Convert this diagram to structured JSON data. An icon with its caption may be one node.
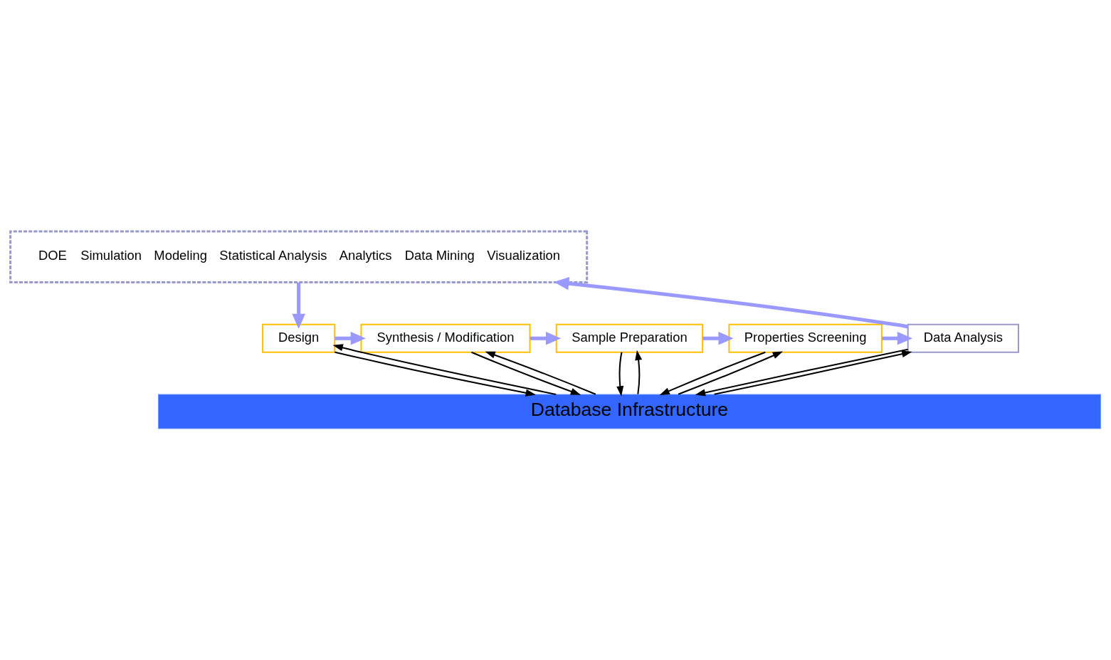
{
  "diagram": {
    "nodes": [
      {
        "text": [
          "DOE",
          "Simulation",
          "Modeling",
          "Statistical Analysis",
          "Analytics",
          "Data Mining",
          "Visualization"
        ]
      },
      {
        "text": [
          "Design"
        ]
      },
      {
        "text": [
          "Synthesis / Modification"
        ]
      },
      {
        "text": [
          "Sample Preparation"
        ]
      },
      {
        "text": [
          "Properties Screening"
        ]
      },
      {
        "text": [
          "Data Analysis"
        ]
      },
      {
        "text": [
          "Database Infrastructure"
        ]
      }
    ],
    "edges": [
      {
        "from": 0,
        "to": 1,
        "arrow": "to",
        "style": "thick",
        "color": "#9999ff"
      },
      {
        "from": 1,
        "to": 2,
        "arrow": "to",
        "style": "thick",
        "color": "#9999ff"
      },
      {
        "from": 2,
        "to": 3,
        "arrow": "to",
        "style": "thick",
        "color": "#9999ff"
      },
      {
        "from": 3,
        "to": 4,
        "arrow": "to",
        "style": "thick",
        "color": "#9999ff"
      },
      {
        "from": 4,
        "to": 5,
        "arrow": "to",
        "style": "thick",
        "color": "#9999ff"
      },
      {
        "from": 5,
        "to": 0,
        "arrow": "to",
        "style": "thick",
        "color": "#9999ff"
      },
      {
        "from": 6,
        "to": 1,
        "arrow": "to"
      },
      {
        "from": 1,
        "to": 6,
        "arrow": "to"
      },
      {
        "from": 6,
        "to": 2,
        "arrow": "to"
      },
      {
        "from": 2,
        "to": 6,
        "arrow": "to"
      },
      {
        "from": 6,
        "to": 3,
        "arrow": "to"
      },
      {
        "from": 3,
        "to": 6,
        "arrow": "to"
      },
      {
        "from": 6,
        "to": 4,
        "arrow": "to"
      },
      {
        "from": 4,
        "to": 6,
        "arrow": "to"
      },
      {
        "from": 6,
        "to": 5,
        "arrow": "to"
      },
      {
        "from": 5,
        "to": 6,
        "arrow": "to"
      }
    ]
  }
}
